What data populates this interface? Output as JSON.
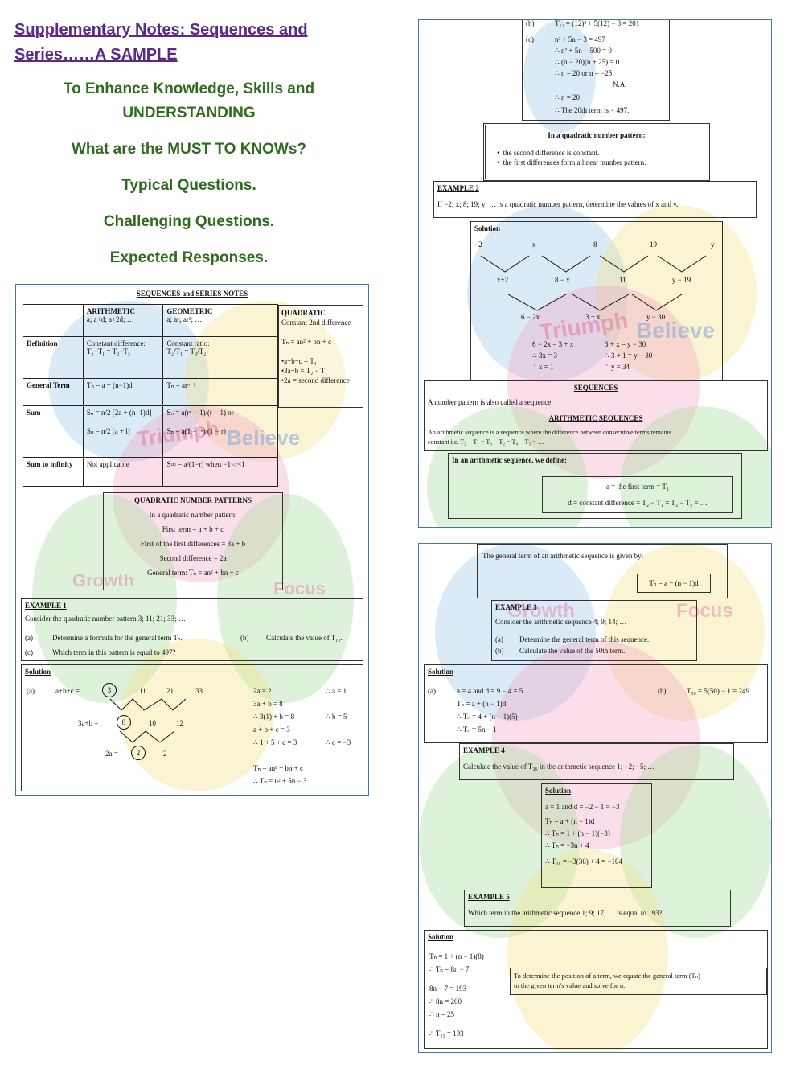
{
  "header": {
    "title_line1": "Supplementary Notes: Sequences and",
    "title_line2": "Series……A SAMPLE",
    "lines": [
      "To Enhance Knowledge, Skills and",
      "UNDERSTANDING",
      "What are the MUST TO KNOWs?",
      "Typical Questions.",
      "Challenging Questions.",
      "Expected Responses."
    ]
  },
  "left_panel": {
    "title": "SEQUENCES and SERIES NOTES",
    "table": {
      "col_arith_h": "ARITHMETIC",
      "col_arith_s": "a; a+d; a+2d; …",
      "col_geo_h": "GEOMETRIC",
      "col_geo_s": "a; ar; ar²; …",
      "col_quad_h": "QUADRATIC",
      "col_quad_s": "Constant 2nd difference",
      "row_def": "Definition",
      "def_arith_1": "Constant difference:",
      "def_arith_2": "T₂−T₁ = T₃−T₂",
      "def_geo_1": "Constant ratio:",
      "def_geo_2": "T₂/T₁ = T₃/T₂",
      "def_quad": "Tₙ = an² + bn + c",
      "quad_bul_1": "•a+b+c = T₁",
      "quad_bul_2": "•3a+b = T₂ − T₁",
      "quad_bul_3": "•2a = second difference",
      "row_gen": "General Term",
      "gen_arith": "Tₙ = a + (n−1)d",
      "gen_geo": "Tₙ = arⁿ⁻¹",
      "row_sum": "Sum",
      "sum_arith_1": "Sₙ = n/2 [2a + (n−1)d]",
      "sum_arith_2": "Sₙ = n/2 [a + l]",
      "sum_geo_1": "Sₙ = a(rⁿ − 1)/(r − 1)  or",
      "sum_geo_2": "Sₙ = a(1 − rⁿ)/(1 − r)",
      "row_inf": "Sum to infinity",
      "inf_arith": "Not applicable",
      "inf_geo": "S∞ = a/(1−r)  when −1<r<1"
    },
    "quad_box": {
      "title": "QUADRATIC NUMBER PATTERNS",
      "l1": "In a quadratic number pattern:",
      "l2": "First term = a + b + c",
      "l3": "First of the first differences = 3a + b",
      "l4": "Second difference = 2a",
      "l5": "General term: Tₙ = an² + bn + c"
    },
    "example1": {
      "title": "EXAMPLE 1",
      "stem": "Consider the quadratic number pattern 3; 11; 21; 33; …",
      "a_lbl": "(a)",
      "a": "Determine a formula for the general term Tₙ.",
      "b_lbl": "(b)",
      "b": "Calculate the value of T₁₂.",
      "c_lbl": "(c)",
      "c": "Which term in this pattern is equal to 497?"
    },
    "solution1": {
      "title": "Solution",
      "a_lbl": "(a)",
      "row1_lbl": "a+b+c =",
      "row1": [
        "3",
        "11",
        "21",
        "33"
      ],
      "row2_lbl": "3a+b =",
      "row2": [
        "8",
        "10",
        "12"
      ],
      "row3_lbl": "2a =",
      "row3": [
        "2",
        "2"
      ],
      "work": [
        "2a = 2",
        "3a + b = 8",
        "∴ 3(1) + b = 8",
        "a + b + c = 3",
        "∴ 1 + 5 + c = 3"
      ],
      "res": [
        "∴ a = 1",
        "∴ b = 5",
        "∴ c = −3"
      ],
      "gen1": "Tₙ = an² + bn + c",
      "gen2": "∴ Tₙ = n² + 5n − 3"
    }
  },
  "right_top": {
    "b_lbl": "(b)",
    "b": "T₁₂ = (12)² + 5(12) − 3 = 201",
    "c_lbl": "(c)",
    "c_lines": [
      "n² + 5n − 3 = 497",
      "∴ n² + 5n − 500 = 0",
      "∴ (n − 20)(n + 25) = 0",
      "∴ n = 20  or  n = −25",
      "N.A.",
      "∴ n = 20",
      "∴ The 20th term is − 497."
    ],
    "quad_note_title": "In a quadratic number pattern:",
    "quad_note_1": "the second difference is constant.",
    "quad_note_2": "the first differences form a linear number pattern.",
    "ex2_title": "EXAMPLE 2",
    "ex2": "If −2; x; 8; 19; y; … is a quadratic number pattern, determine the values of x and y.",
    "sol2_title": "Solution",
    "sol2_row1": [
      "−2",
      "x",
      "8",
      "19",
      "y"
    ],
    "sol2_row2": [
      "x+2",
      "8 − x",
      "11",
      "y − 19"
    ],
    "sol2_row3": [
      "6 − 2x",
      "3 + x",
      "y − 30"
    ],
    "sol2_w1": [
      "6 − 2x = 3 + x",
      "∴ 3x = 3",
      "∴ x = 1"
    ],
    "sol2_w2": [
      "3 + x = y − 30",
      "∴ 3 + 1 = y − 30",
      "∴ y = 34"
    ],
    "seq_title": "SEQUENCES",
    "seq_1": "A number pattern is also called a sequence.",
    "arith_title": "ARITHMETIC SEQUENCES",
    "arith_1": "An arithmetic sequence is a sequence where the difference between consecutive terms remains",
    "arith_2": "constant i.e. T₂ − T₁ = T₃ − T₂ = T₄ − T₃ = …",
    "define_title": "In an arithmetic sequence, we define:",
    "define_1": "a = the first term = T₁",
    "define_2": "d = constant difference = T₂ − T₁ = T₃ − T₂ = …"
  },
  "right_bottom": {
    "gen_title": "The general term of an arithmetic sequence is given by:",
    "gen_formula": "Tₙ = a + (n − 1)d",
    "ex3_title": "EXAMPLE 3",
    "ex3_stem": "Consider the arithmetic sequence 4; 9; 14; …",
    "ex3_a_lbl": "(a)",
    "ex3_a": "Determine the general term of this sequence.",
    "ex3_b_lbl": "(b)",
    "ex3_b": "Calculate the value of the 50th term.",
    "sol3_title": "Solution",
    "sol3_a_lbl": "(a)",
    "sol3_a": [
      "a = 4 and d = 9 − 4 = 5",
      "Tₙ = a + (n − 1)d",
      "∴ Tₙ = 4 + (n − 1)(5)",
      "∴ Tₙ = 5n − 1"
    ],
    "sol3_b_lbl": "(b)",
    "sol3_b": "T₅₀ = 5(50) − 1 = 249",
    "ex4_title": "EXAMPLE 4",
    "ex4": "Calculate the value of T₃₆ in the arithmetic sequence 1; −2; −5; …",
    "sol4_title": "Solution",
    "sol4": [
      "a = 1 and d = −2 − 1 = −3",
      "Tₙ = a + (n − 1)d",
      "∴ Tₙ = 1 + (n − 1)(−3)",
      "∴ Tₙ = −3n + 4",
      "∴ T₃₆ = −3(36) + 4 = −104"
    ],
    "ex5_title": "EXAMPLE 5",
    "ex5": "Which term in the arithmetic sequence 1; 9; 17; … is equal to 193?",
    "sol5_title": "Solution",
    "sol5": [
      "Tₙ = 1 + (n − 1)(8)",
      "∴ Tₙ = 8n − 7",
      "8n − 7 = 193",
      "∴ 8n = 200",
      "∴ n = 25",
      "∴ T₂₅ = 193"
    ],
    "tip_1": "To determine the position of a term, we equate the general term (Tₙ)",
    "tip_2": "to the given term's value and solve for n."
  },
  "watermark": {
    "w1": "Triumph",
    "w2": "Believe",
    "w3": "Focus",
    "w4": "Growth"
  },
  "colors": {
    "title_purple": "#5b2a86",
    "heading_green": "#2e6b1f",
    "panel_border": "#4a74a8"
  }
}
